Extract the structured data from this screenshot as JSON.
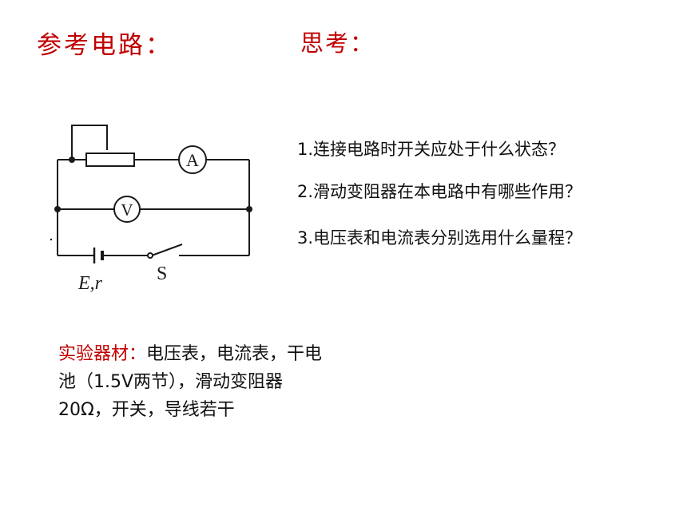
{
  "headings": {
    "reference_circuit": "参考电路：",
    "thinking": "思考："
  },
  "questions": [
    "1.连接电路时开关应处于什么状态？",
    "2.滑动变阻器在本电路中有哪些作用？",
    "3.电压表和电流表分别选用什么量程？"
  ],
  "materials": {
    "label": "实验器材：",
    "text": "电压表，电流表，干电池（1.5V两节），滑动变阻器20Ω，开关，导线若干"
  },
  "circuit": {
    "ammeter": "A",
    "voltmeter": "V",
    "switch": "S",
    "battery": "E,r"
  }
}
